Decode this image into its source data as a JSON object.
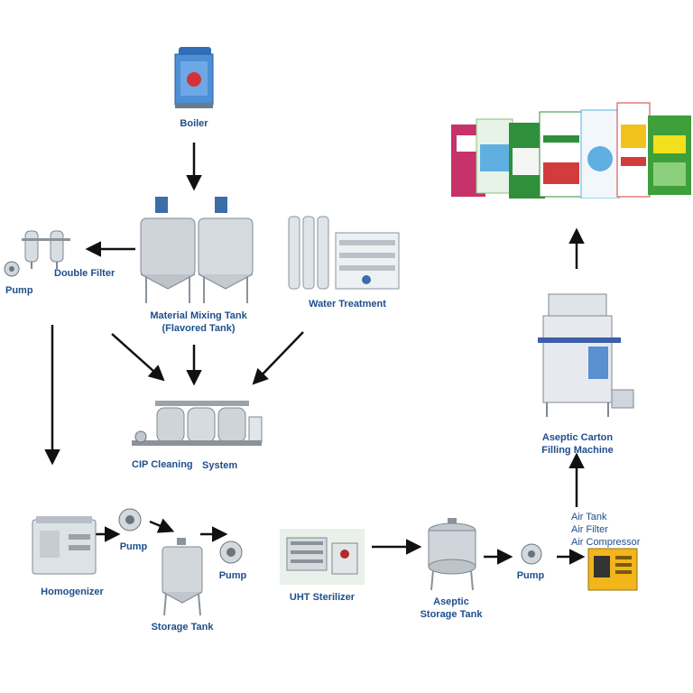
{
  "labels": {
    "boiler": "Boiler",
    "double_filter": "Double Filter",
    "pump_top": "Pump",
    "mixing_tank_l1": "Material Mixing Tank",
    "mixing_tank_l2": "(Flavored Tank)",
    "water_treatment": "Water Treatment",
    "cip_l1": "CIP Cleaning",
    "cip_l2": "System",
    "homogenizer": "Homogenizer",
    "pump_1": "Pump",
    "pump_2": "Pump",
    "storage_tank": "Storage Tank",
    "uht": "UHT Sterilizer",
    "aseptic_storage_l1": "Aseptic",
    "aseptic_storage_l2": "Storage Tank",
    "pump_3": "Pump",
    "air_l1": "Air Tank",
    "air_l2": "Air Filter",
    "air_l3": "Air Compressor",
    "filling_l1": "Aseptic Carton",
    "filling_l2": "Filling Machine"
  },
  "colors": {
    "label": "#1f4e8c",
    "arrow": "#111111",
    "steel": "#c9ced3",
    "boiler_blue": "#4b8fd6",
    "compressor_yellow": "#f2b51c"
  }
}
